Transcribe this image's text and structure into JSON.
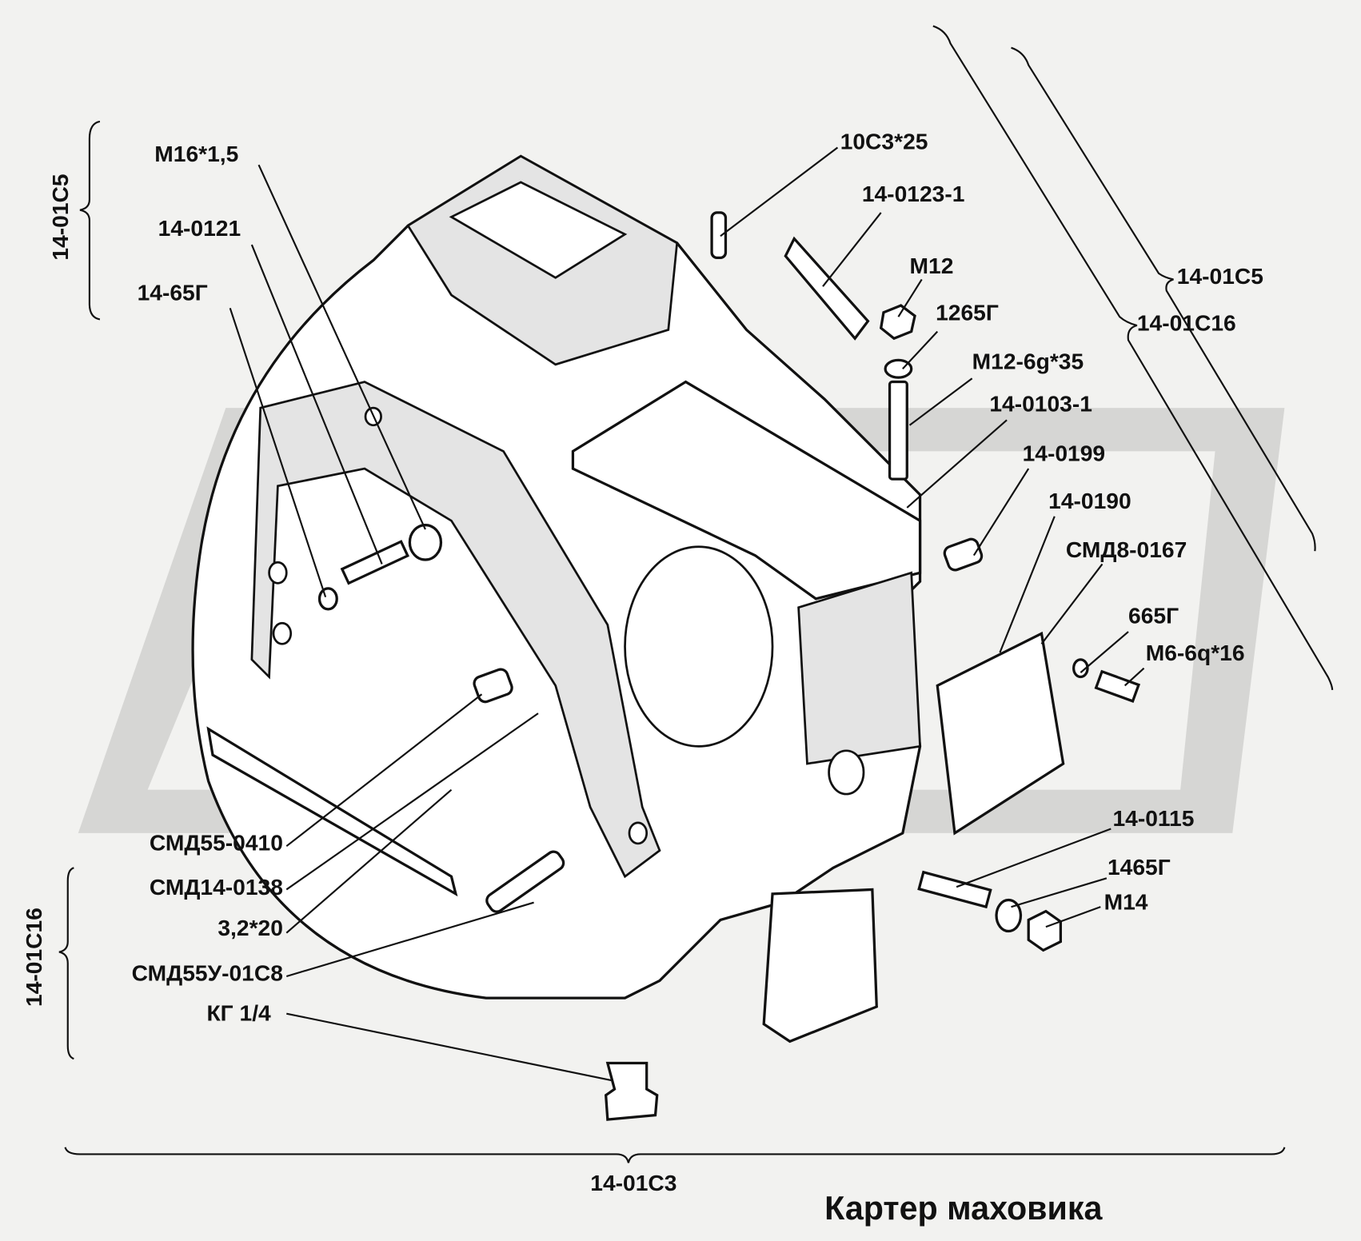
{
  "title": "Картер маховика",
  "assemblies": {
    "top_left": "14-01С5",
    "bottom_left": "14-01С16",
    "bottom": "14-01С3",
    "right_outer": "14-01С5",
    "right_inner": "14-01С16"
  },
  "labels": {
    "m16": "М16*1,5",
    "p0121": "14-0121",
    "p65g": "14-65Г",
    "p10c3": "10С3*25",
    "p0123": "14-0123-1",
    "m12": "М12",
    "p1265g": "1265Г",
    "m12bolt": "М12-6g*35",
    "p0103": "14-0103-1",
    "p0199": "14-0199",
    "p0190": "14-0190",
    "smd8": "СМД8-0167",
    "p665g": "665Г",
    "m6": "М6-6q*16",
    "p0115": "14-0115",
    "p1465g": "1465Г",
    "m14": "М14",
    "smd55_0410": "СМД55-0410",
    "smd14": "СМД14-0138",
    "pin": "3,2*20",
    "smd55u": "СМД55У-01С8",
    "kg": "КГ 1/4"
  }
}
